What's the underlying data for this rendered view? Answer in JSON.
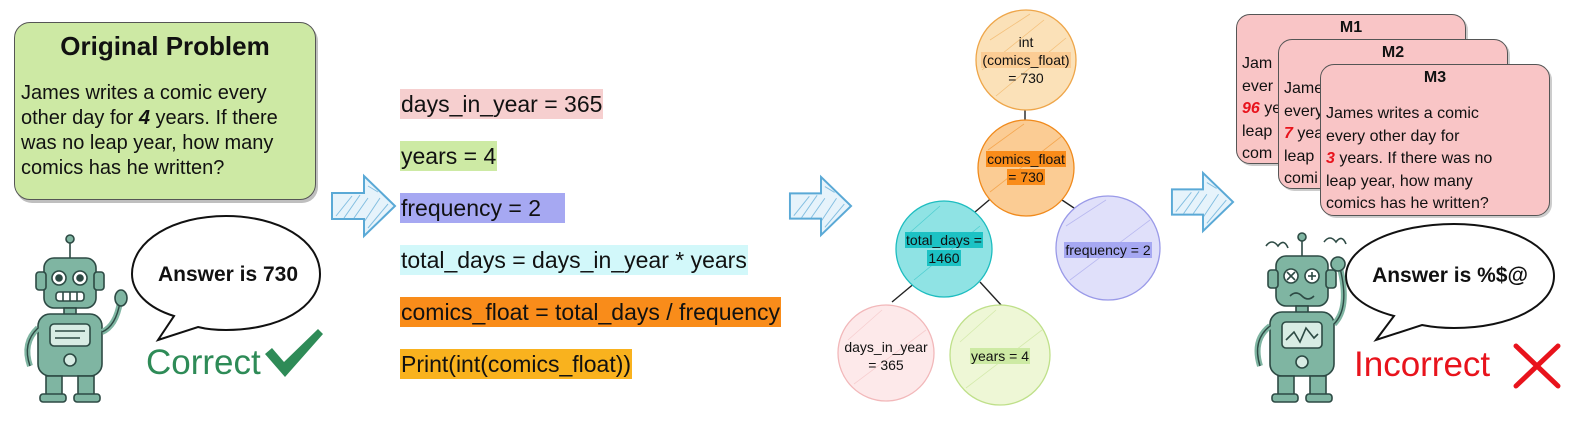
{
  "original": {
    "title": "Original Problem",
    "text_before": "James writes a comic every other day for ",
    "years_value": "4",
    "text_after": " years. If there was no leap year, how many comics has he written?"
  },
  "left_bubble": "Answer is 730",
  "correct_label": "Correct",
  "code_lines": [
    {
      "text": "days_in_year = 365",
      "color": "#f6cfcf"
    },
    {
      "text": "years = 4",
      "color": "#cdeaa4"
    },
    {
      "text": "frequency = 2",
      "color": "#a6a8f2"
    },
    {
      "text": "total_days = days_in_year * years",
      "color": "#d2f8fa"
    },
    {
      "text": "comics_float = total_days / frequency",
      "color": "#f98c1a"
    },
    {
      "text": "Print(int(comics_float))",
      "color": "#f9b21e"
    }
  ],
  "tree": {
    "root": [
      "int",
      "(comics_float)",
      "= 730"
    ],
    "comics_float": [
      "comics_float",
      "= 730"
    ],
    "total_days": [
      "total_days =",
      "1460"
    ],
    "frequency": "frequency = 2",
    "days_in_year": [
      "days_in_year",
      "= 365"
    ],
    "years": "years = 4"
  },
  "mutations": {
    "m1": {
      "title": "M1",
      "lines": [
        "Jam",
        "ever",
        "yea",
        "leap",
        "com"
      ],
      "num": "96"
    },
    "m2": {
      "title": "M2",
      "lines": [
        "Jame",
        "every",
        "yea",
        "leap",
        "comi"
      ],
      "num": "7"
    },
    "m3": {
      "title": "M3",
      "line1": "James writes a comic",
      "line2": "every other day for",
      "num": "3",
      "line3_after": " years. If there was no",
      "line4": "leap year, how many",
      "line5": "comics has he written?"
    }
  },
  "right_bubble": "Answer is %$@",
  "incorrect_label": "Incorrect",
  "colors": {
    "green_box": "#cde9a4",
    "robot": "#7fb5a2",
    "correct": "#2e8b57",
    "incorrect": "#e8131c",
    "arrow": "#5aa9d6",
    "card": "#f9c5c6"
  }
}
